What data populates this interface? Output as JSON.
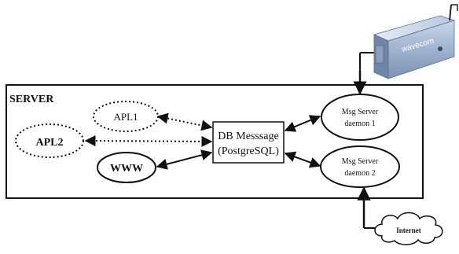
{
  "server": {
    "label": "SERVER"
  },
  "nodes": {
    "apl1": {
      "label": "APL1"
    },
    "apl2": {
      "label": "APL2"
    },
    "www": {
      "label": "WWW"
    },
    "db": {
      "line1": "DB Messsage",
      "line2": "(PostgreSQL)"
    },
    "daemon1": {
      "line1": "Msg Server",
      "line2": "daemon 1"
    },
    "daemon2": {
      "line1": "Msg Server",
      "line2": "daemon 2"
    },
    "internet": {
      "label": "Internet"
    }
  },
  "modem": {
    "brand": "wavecom"
  }
}
